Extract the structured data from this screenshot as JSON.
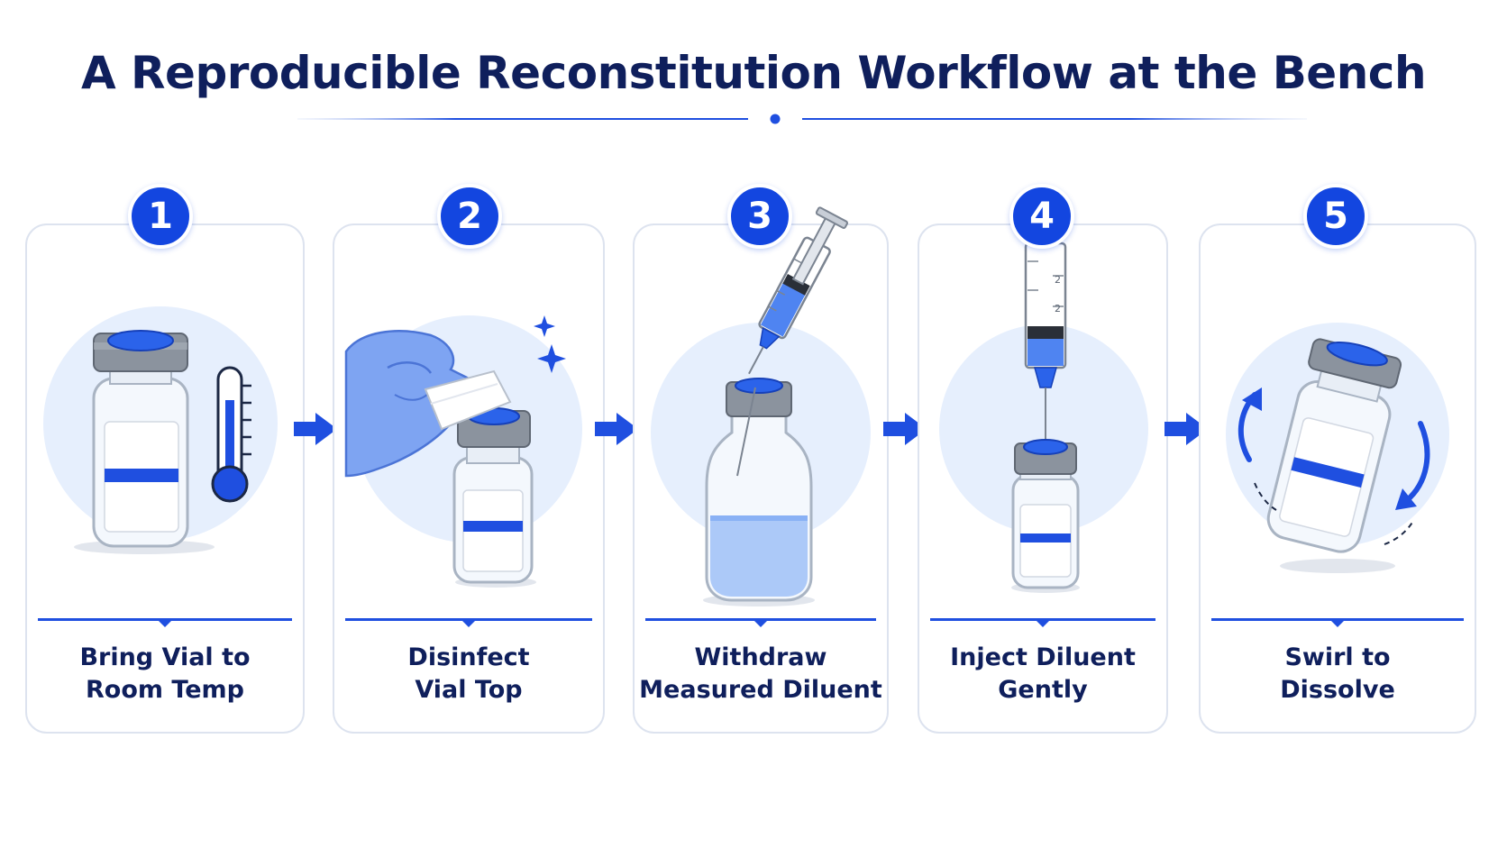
{
  "title": "A Reproducible Reconstitution Workflow at the Bench",
  "colors": {
    "accent": "#1346e0",
    "text": "#0f1f5c",
    "card_border": "#dde3ef",
    "halo": "#e6effd"
  },
  "steps": [
    {
      "number": "1",
      "caption_line1": "Bring Vial to",
      "caption_line2": "Room Temp",
      "icon": "vial-thermometer-icon"
    },
    {
      "number": "2",
      "caption_line1": "Disinfect",
      "caption_line2": "Vial Top",
      "icon": "gloved-hand-swab-icon"
    },
    {
      "number": "3",
      "caption_line1": "Withdraw",
      "caption_line2": "Measured Diluent",
      "icon": "syringe-bottle-icon"
    },
    {
      "number": "4",
      "caption_line1": "Inject Diluent",
      "caption_line2": "Gently",
      "icon": "syringe-inject-vial-icon"
    },
    {
      "number": "5",
      "caption_line1": "Swirl to",
      "caption_line2": "Dissolve",
      "icon": "swirl-vial-icon"
    }
  ],
  "syringe_scale_marks": [
    "2",
    "2"
  ]
}
